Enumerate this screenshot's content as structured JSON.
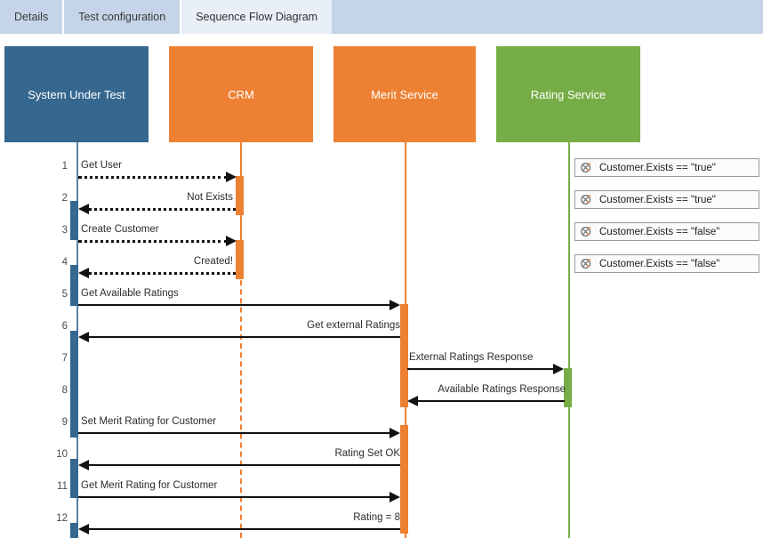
{
  "tabs": [
    {
      "label": "Details",
      "active": false
    },
    {
      "label": "Test configuration",
      "active": false
    },
    {
      "label": "Sequence Flow Diagram",
      "active": true
    }
  ],
  "colors": {
    "tabbar_bg": "#c5d4e8",
    "tab_active_bg": "#e9eff7",
    "blue": "#35678f",
    "orange": "#ed8033",
    "green": "#76ad46",
    "arrow": "#111111",
    "annotation_border": "#9c9c9c",
    "annotation_bg": "#fbfbfb"
  },
  "participants": [
    {
      "name": "System Under Test",
      "color": "#35678f"
    },
    {
      "name": "CRM",
      "color": "#ed8033"
    },
    {
      "name": "Merit Service",
      "color": "#ed8033"
    },
    {
      "name": "Rating Service",
      "color": "#76ad46"
    }
  ],
  "messages": [
    {
      "num": "1",
      "label": "Get User",
      "from": "System Under Test",
      "to": "CRM",
      "style": "dotted",
      "direction": "right"
    },
    {
      "num": "2",
      "label": "Not Exists",
      "from": "CRM",
      "to": "System Under Test",
      "style": "dotted",
      "direction": "left"
    },
    {
      "num": "3",
      "label": "Create Customer",
      "from": "System Under Test",
      "to": "CRM",
      "style": "dotted",
      "direction": "right"
    },
    {
      "num": "4",
      "label": "Created!",
      "from": "CRM",
      "to": "System Under Test",
      "style": "dotted",
      "direction": "left"
    },
    {
      "num": "5",
      "label": "Get Available Ratings",
      "from": "System Under Test",
      "to": "Merit Service",
      "style": "solid",
      "direction": "right"
    },
    {
      "num": "6",
      "label": "Get external Ratings",
      "from": "Merit Service",
      "to": "System Under Test",
      "style": "solid",
      "direction": "left"
    },
    {
      "num": "7",
      "label": "External Ratings Response",
      "from": "Merit Service",
      "to": "Rating Service",
      "style": "solid",
      "direction": "right"
    },
    {
      "num": "8",
      "label": "Available Ratings Response",
      "from": "Rating Service",
      "to": "Merit Service",
      "style": "solid",
      "direction": "left"
    },
    {
      "num": "9",
      "label": "Set Merit Rating for Customer",
      "from": "System Under Test",
      "to": "Merit Service",
      "style": "solid",
      "direction": "right"
    },
    {
      "num": "10",
      "label": "Rating Set OK",
      "from": "Merit Service",
      "to": "System Under Test",
      "style": "solid",
      "direction": "left"
    },
    {
      "num": "11",
      "label": "Get Merit Rating for Customer",
      "from": "System Under Test",
      "to": "Merit Service",
      "style": "solid",
      "direction": "right"
    },
    {
      "num": "12",
      "label": "Rating = 8",
      "from": "Merit Service",
      "to": "System Under Test",
      "style": "solid",
      "direction": "left"
    }
  ],
  "annotations": [
    {
      "text": "Customer.Exists == \"true\"",
      "icon": "assertion-icon"
    },
    {
      "text": "Customer.Exists == \"true\"",
      "icon": "assertion-icon"
    },
    {
      "text": "Customer.Exists == \"false\"",
      "icon": "assertion-icon"
    },
    {
      "text": "Customer.Exists == \"false\"",
      "icon": "assertion-icon"
    }
  ]
}
